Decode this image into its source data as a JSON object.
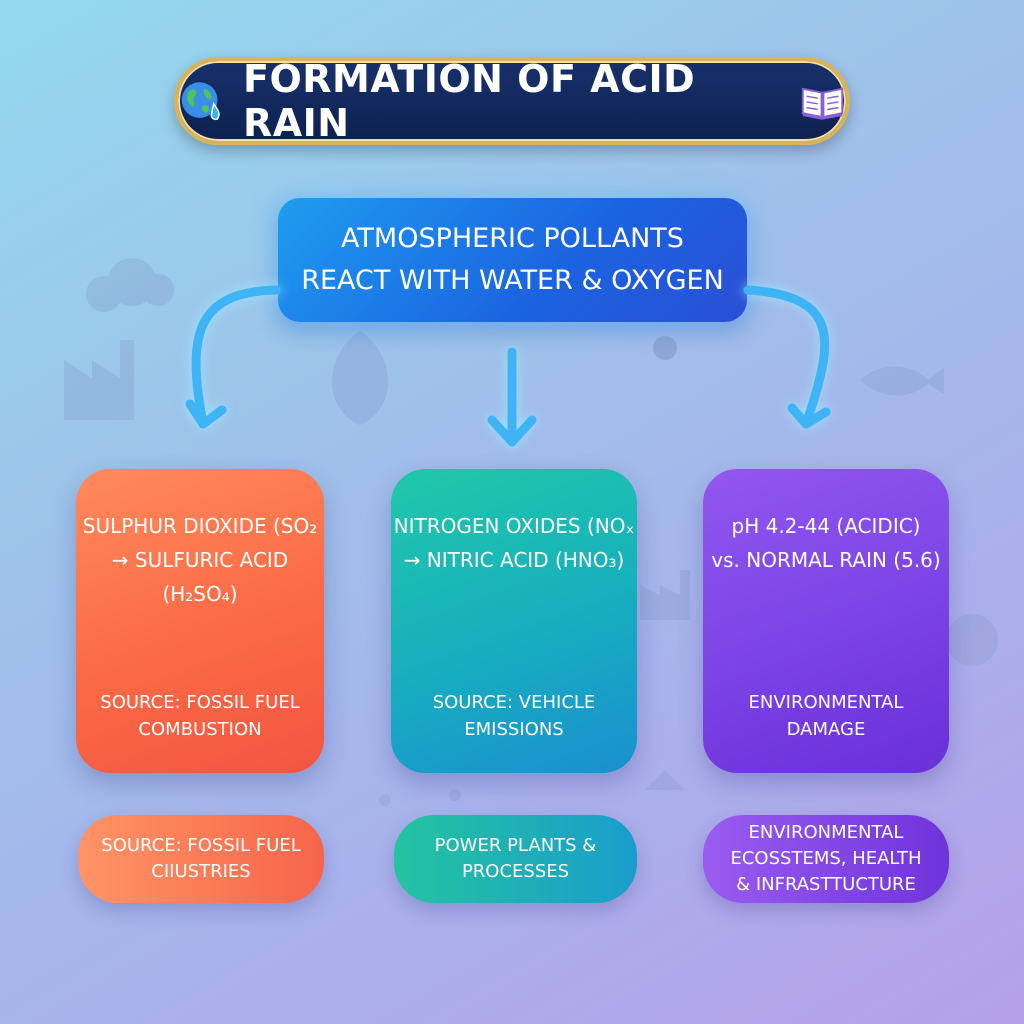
{
  "title": "FORMATION OF ACID RAIN",
  "icons": {
    "title_left": "earth-droplet-icon",
    "title_right": "open-book-icon"
  },
  "top_box": {
    "line1": "ATMOSPHERIC POLLANTS",
    "line2": "REACT WITH WATER & OXYGEN"
  },
  "cards": [
    {
      "line1": "SULPHUR DIOXIDE (SO₂",
      "line2": "→ SULFURIC ACID (H₂SO₄)",
      "sub1": "SOURCE: FOSSIL FUEL",
      "sub2": "COMBUSTION"
    },
    {
      "line1": "NITROGEN OXIDES (NOₓ",
      "line2": "→ NITRIC ACID (HNO₃)",
      "sub1": "SOURCE: VEHICLE",
      "sub2": "EMISSIONS"
    },
    {
      "line1": "pH 4.2-44 (ACIDIC)",
      "line2": "vs. NORMAL RAIN (5.6)",
      "sub1": "ENVIRONMENTAL",
      "sub2": "DAMAGE"
    }
  ],
  "pills": [
    {
      "line1": "SOURCE: FOSSIL FUEL",
      "line2": "CIIUSTRIES"
    },
    {
      "line1": "POWER PLANTS &",
      "line2": "PROCESSES"
    },
    {
      "line1": "ENVIRONMENTAL",
      "line2": "ECOSSTEMS, HEALTH",
      "line3": "& INFRASTTUCTURE"
    }
  ],
  "colors": {
    "title_bg": "#112760",
    "title_border": "#d9b35a",
    "top_box": "#1b63e0",
    "card_orange": "#fb6a45",
    "card_teal": "#16aebf",
    "card_purple": "#7b42e6",
    "arrow": "#3fb4f5"
  }
}
